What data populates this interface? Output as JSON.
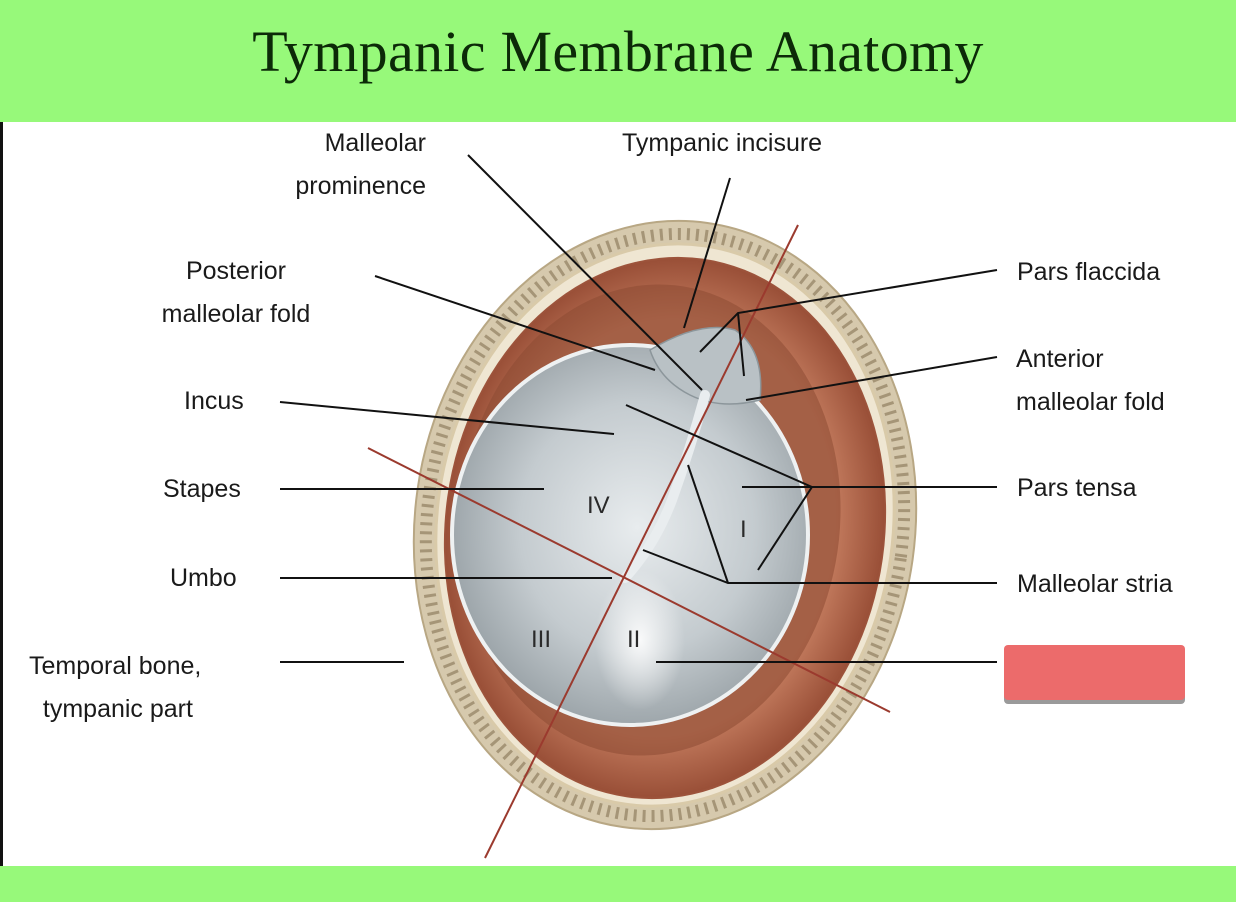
{
  "header": {
    "title": "Tympanic Membrane Anatomy"
  },
  "labels": {
    "malleolar_prominence": "Malleolar\nprominence",
    "tympanic_incisure": "Tympanic incisure",
    "posterior_malleolar_fold": "Posterior\nmalleolar fold",
    "incus": "Incus",
    "stapes": "Stapes",
    "umbo": "Umbo",
    "temporal_bone": "Temporal bone,\n  tympanic part",
    "pars_flaccida": "Pars flaccida",
    "anterior_malleolar_fold": "Anterior\nmalleolar fold",
    "pars_tensa": "Pars tensa",
    "malleolar_stria": "Malleolar stria"
  },
  "quadrants": {
    "q1": "I",
    "q2": "II",
    "q3": "III",
    "q4": "IV"
  },
  "hidden_label_box": {
    "color": "#ec6b6b"
  },
  "colors": {
    "header_bg": "#97f97a",
    "title_text": "#0c2a08",
    "bone": "#d8cdb4",
    "annulus": "#b0674d",
    "membrane": "#c9cfd2",
    "axis_line": "#9b3a2e"
  }
}
